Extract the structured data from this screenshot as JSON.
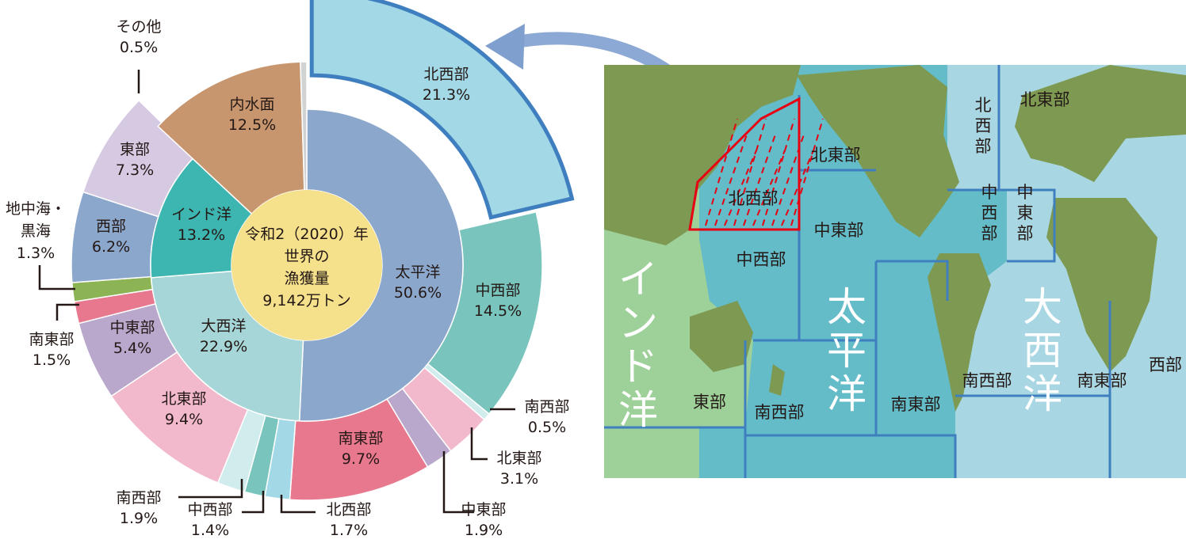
{
  "chart_data": {
    "type": "pie",
    "center_label": [
      "令和2（2020）年",
      "世界の",
      "漁獲量",
      "9,142万トン"
    ],
    "inner_ring": [
      {
        "key": "pacific",
        "label": "太平洋",
        "value": 50.6,
        "value_text": "50.6%",
        "color": "#8ca7cc"
      },
      {
        "key": "atlantic",
        "label": "大西洋",
        "value": 22.9,
        "value_text": "22.9%",
        "color": "#a6d6d7"
      },
      {
        "key": "indian",
        "label": "インド洋",
        "value": 13.2,
        "value_text": "13.2%",
        "color": "#3db5b0"
      },
      {
        "key": "inland",
        "label": "内水面",
        "value": 12.5,
        "value_text": "12.5%",
        "color": "#c8966e"
      },
      {
        "key": "other",
        "label": "その他",
        "value": 0.5,
        "value_text": "0.5%",
        "color": "#d1d3d3"
      }
    ],
    "outer_ring": [
      {
        "ocean": "太平洋",
        "label": "北西部",
        "value": 21.3,
        "value_text": "21.3%",
        "color": "#a3d9e6"
      },
      {
        "ocean": "太平洋",
        "label": "中西部",
        "value": 14.5,
        "value_text": "14.5%",
        "color": "#79c4bd"
      },
      {
        "ocean": "太平洋",
        "label": "南西部",
        "value": 0.5,
        "value_text": "0.5%",
        "color": "#d0ecec"
      },
      {
        "ocean": "太平洋",
        "label": "北東部",
        "value": 3.1,
        "value_text": "3.1%",
        "color": "#f2b9cc"
      },
      {
        "ocean": "太平洋",
        "label": "中東部",
        "value": 1.9,
        "value_text": "1.9%",
        "color": "#b9a7cc"
      },
      {
        "ocean": "太平洋",
        "label": "南東部",
        "value": 9.7,
        "value_text": "9.7%",
        "color": "#e8788e"
      },
      {
        "ocean": "大西洋",
        "label": "北西部",
        "value": 1.7,
        "value_text": "1.7%",
        "color": "#a3d9e6"
      },
      {
        "ocean": "大西洋",
        "label": "中西部",
        "value": 1.4,
        "value_text": "1.4%",
        "color": "#79c4bd"
      },
      {
        "ocean": "大西洋",
        "label": "南西部",
        "value": 1.9,
        "value_text": "1.9%",
        "color": "#d0ecec"
      },
      {
        "ocean": "大西洋",
        "label": "北東部",
        "value": 9.4,
        "value_text": "9.4%",
        "color": "#f2b9cc"
      },
      {
        "ocean": "大西洋",
        "label": "中東部",
        "value": 5.4,
        "value_text": "5.4%",
        "color": "#b9a7cc"
      },
      {
        "ocean": "大西洋",
        "label": "南東部",
        "value": 1.5,
        "value_text": "1.5%",
        "color": "#e8788e"
      },
      {
        "ocean": "大西洋",
        "label": "地中海・黒海",
        "value": 1.3,
        "value_text": "1.3%",
        "color": "#8cb455"
      },
      {
        "ocean": "インド洋",
        "label": "西部",
        "value": 6.2,
        "value_text": "6.2%",
        "color": "#8ca7cc"
      },
      {
        "ocean": "インド洋",
        "label": "東部",
        "value": 7.3,
        "value_text": "7.3%",
        "color": "#d6c9e2"
      }
    ],
    "highlight": "太平洋 北西部"
  },
  "map": {
    "region_labels": [
      "北東部",
      "北西部",
      "中東部",
      "中西部",
      "中西部",
      "中東部",
      "西部",
      "東部",
      "南西部",
      "南東部",
      "南西部",
      "南東部",
      "北東部",
      "北西部"
    ],
    "ocean_names": [
      "インド洋",
      "太平洋",
      "大西洋"
    ],
    "colors": {
      "land": "#7d9952",
      "pacific": "#63bcc8",
      "atlantic": "#a8d7e3",
      "indian": "#9ed09a",
      "border": "#3f7fbf",
      "highlight": "#e60012"
    }
  }
}
